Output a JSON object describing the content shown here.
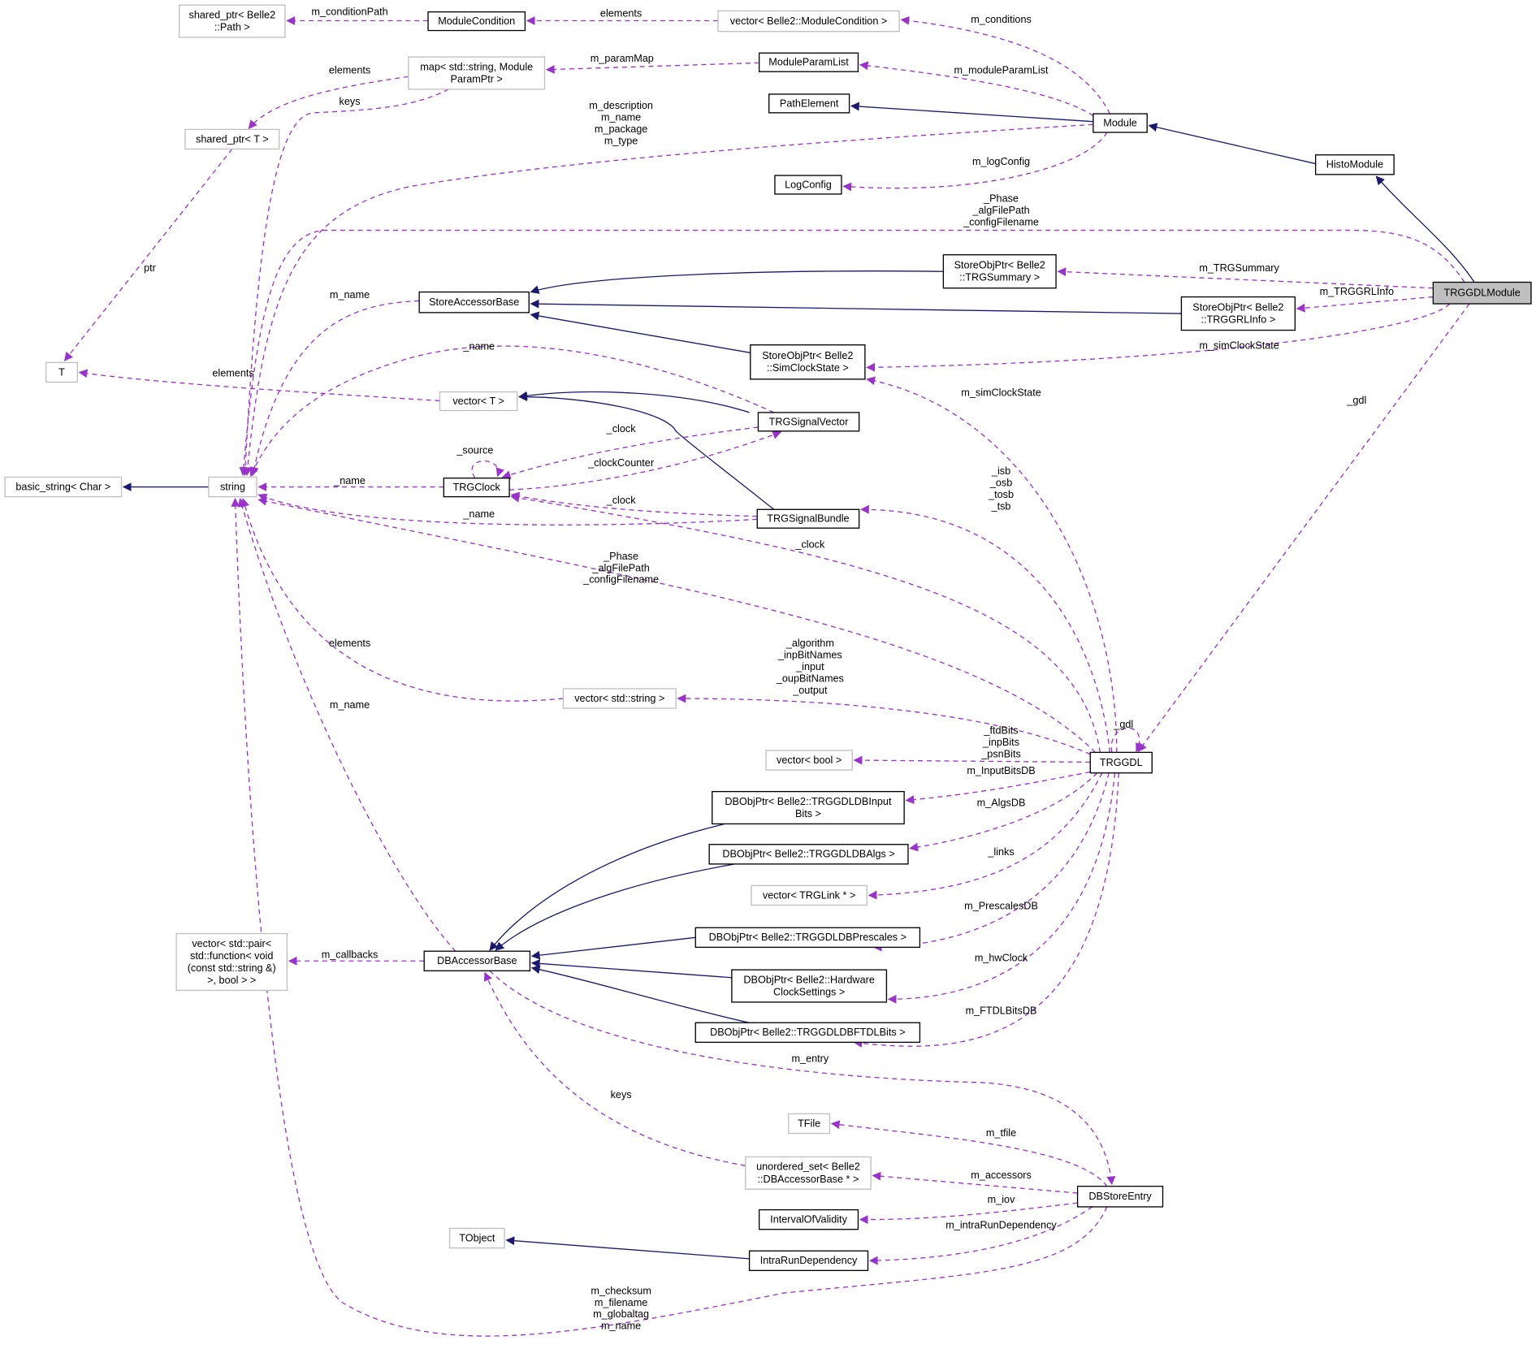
{
  "title": "TRGGDLModule collaboration diagram",
  "colors": {
    "inheritance": "#191970",
    "usage": "#9a32cd",
    "highlight_fill": "#bfbfbf",
    "external_border": "#bfbfbf"
  },
  "nodes": [
    {
      "id": "sp_path",
      "lines": [
        "shared_ptr< Belle2",
        "::Path >"
      ],
      "kind": "external"
    },
    {
      "id": "modcond",
      "lines": [
        "ModuleCondition"
      ],
      "kind": "class"
    },
    {
      "id": "vec_modcond",
      "lines": [
        "vector< Belle2::ModuleCondition >"
      ],
      "kind": "external"
    },
    {
      "id": "map_param",
      "lines": [
        "map< std::string, Module",
        "ParamPtr >"
      ],
      "kind": "external"
    },
    {
      "id": "modparamlist",
      "lines": [
        "ModuleParamList"
      ],
      "kind": "class"
    },
    {
      "id": "pathelement",
      "lines": [
        "PathElement"
      ],
      "kind": "class"
    },
    {
      "id": "module",
      "lines": [
        "Module"
      ],
      "kind": "class"
    },
    {
      "id": "sp_t",
      "lines": [
        "shared_ptr< T >"
      ],
      "kind": "external"
    },
    {
      "id": "logconfig",
      "lines": [
        "LogConfig"
      ],
      "kind": "class"
    },
    {
      "id": "histomodule",
      "lines": [
        "HistoModule"
      ],
      "kind": "class"
    },
    {
      "id": "trggdlmodule",
      "lines": [
        "TRGGDLModule"
      ],
      "kind": "main"
    },
    {
      "id": "sop_summary",
      "lines": [
        "StoreObjPtr< Belle2",
        "::TRGSummary >"
      ],
      "kind": "class"
    },
    {
      "id": "storeaccessor",
      "lines": [
        "StoreAccessorBase"
      ],
      "kind": "class"
    },
    {
      "id": "sop_grl",
      "lines": [
        "StoreObjPtr< Belle2",
        "::TRGGRLInfo >"
      ],
      "kind": "class"
    },
    {
      "id": "sop_simclock",
      "lines": [
        "StoreObjPtr< Belle2",
        "::SimClockState >"
      ],
      "kind": "class"
    },
    {
      "id": "t",
      "lines": [
        "T"
      ],
      "kind": "external"
    },
    {
      "id": "vec_t",
      "lines": [
        "vector< T >"
      ],
      "kind": "external"
    },
    {
      "id": "trgsignalvector",
      "lines": [
        "TRGSignalVector"
      ],
      "kind": "class"
    },
    {
      "id": "basic_string",
      "lines": [
        "basic_string< Char >"
      ],
      "kind": "external"
    },
    {
      "id": "string",
      "lines": [
        "string"
      ],
      "kind": "external"
    },
    {
      "id": "trgclock",
      "lines": [
        "TRGClock"
      ],
      "kind": "class"
    },
    {
      "id": "trgsignalbundle",
      "lines": [
        "TRGSignalBundle"
      ],
      "kind": "class"
    },
    {
      "id": "vec_string",
      "lines": [
        "vector< std::string >"
      ],
      "kind": "external"
    },
    {
      "id": "vec_bool",
      "lines": [
        "vector< bool >"
      ],
      "kind": "external"
    },
    {
      "id": "trggdl",
      "lines": [
        "TRGGDL"
      ],
      "kind": "class"
    },
    {
      "id": "db_inputbits",
      "lines": [
        "DBObjPtr< Belle2::TRGGDLDBInput",
        "Bits >"
      ],
      "kind": "class"
    },
    {
      "id": "db_algs",
      "lines": [
        "DBObjPtr< Belle2::TRGGDLDBAlgs >"
      ],
      "kind": "class"
    },
    {
      "id": "vec_link",
      "lines": [
        "vector< TRGLink * >"
      ],
      "kind": "external"
    },
    {
      "id": "db_prescales",
      "lines": [
        "DBObjPtr< Belle2::TRGGDLDBPrescales >"
      ],
      "kind": "class"
    },
    {
      "id": "vec_pair",
      "lines": [
        "vector< std::pair<",
        "std::function< void",
        "(const std::string &)",
        ">, bool > >"
      ],
      "kind": "external"
    },
    {
      "id": "dbaccessor",
      "lines": [
        "DBAccessorBase"
      ],
      "kind": "class"
    },
    {
      "id": "db_hwclock",
      "lines": [
        "DBObjPtr< Belle2::Hardware",
        "ClockSettings >"
      ],
      "kind": "class"
    },
    {
      "id": "db_ftdl",
      "lines": [
        "DBObjPtr< Belle2::TRGGDLDBFTDLBits >"
      ],
      "kind": "class"
    },
    {
      "id": "tfile",
      "lines": [
        "TFile"
      ],
      "kind": "external"
    },
    {
      "id": "uset",
      "lines": [
        "unordered_set< Belle2",
        "::DBAccessorBase * >"
      ],
      "kind": "external"
    },
    {
      "id": "dbstoreentry",
      "lines": [
        "DBStoreEntry"
      ],
      "kind": "class"
    },
    {
      "id": "iov",
      "lines": [
        "IntervalOfValidity"
      ],
      "kind": "class"
    },
    {
      "id": "tobject",
      "lines": [
        "TObject"
      ],
      "kind": "external"
    },
    {
      "id": "intrarun",
      "lines": [
        "IntraRunDependency"
      ],
      "kind": "class"
    }
  ],
  "edges": [
    {
      "from": "modcond",
      "to": "sp_path",
      "type": "usage",
      "label": [
        "m_conditionPath"
      ]
    },
    {
      "from": "vec_modcond",
      "to": "modcond",
      "type": "usage",
      "label": [
        "elements"
      ]
    },
    {
      "from": "module",
      "to": "vec_modcond",
      "type": "usage",
      "label": [
        "m_conditions"
      ]
    },
    {
      "from": "module",
      "to": "modparamlist",
      "type": "usage",
      "label": [
        "m_moduleParamList"
      ]
    },
    {
      "from": "modparamlist",
      "to": "map_param",
      "type": "usage",
      "label": [
        "m_paramMap"
      ]
    },
    {
      "from": "map_param",
      "to": "sp_t",
      "type": "usage",
      "label": [
        "elements"
      ]
    },
    {
      "from": "map_param",
      "to": "string",
      "type": "usage",
      "label": [
        "keys"
      ]
    },
    {
      "from": "module",
      "to": "string",
      "type": "usage",
      "label": [
        "m_description",
        "m_name",
        "m_package",
        "m_type"
      ]
    },
    {
      "from": "module",
      "to": "pathelement",
      "type": "inheritance",
      "label": []
    },
    {
      "from": "histomodule",
      "to": "module",
      "type": "inheritance",
      "label": []
    },
    {
      "from": "trggdlmodule",
      "to": "histomodule",
      "type": "inheritance",
      "label": []
    },
    {
      "from": "module",
      "to": "logconfig",
      "type": "usage",
      "label": [
        "m_logConfig"
      ]
    },
    {
      "from": "sp_t",
      "to": "t",
      "type": "usage",
      "label": [
        "ptr"
      ]
    },
    {
      "from": "trggdlmodule",
      "to": "string",
      "type": "usage",
      "label": [
        "_Phase",
        "_algFilePath",
        "_configFilename"
      ]
    },
    {
      "from": "sop_summary",
      "to": "storeaccessor",
      "type": "inheritance",
      "label": []
    },
    {
      "from": "trggdlmodule",
      "to": "sop_summary",
      "type": "usage",
      "label": [
        "m_TRGSummary"
      ]
    },
    {
      "from": "sop_grl",
      "to": "storeaccessor",
      "type": "inheritance",
      "label": []
    },
    {
      "from": "trggdlmodule",
      "to": "sop_grl",
      "type": "usage",
      "label": [
        "m_TRGGRLInfo"
      ]
    },
    {
      "from": "sop_simclock",
      "to": "storeaccessor",
      "type": "inheritance",
      "label": []
    },
    {
      "from": "trggdlmodule",
      "to": "sop_simclock",
      "type": "usage",
      "label": [
        "m_simClockState"
      ]
    },
    {
      "from": "storeaccessor",
      "to": "string",
      "type": "usage",
      "label": [
        "m_name"
      ]
    },
    {
      "from": "trgsignalvector",
      "to": "string",
      "type": "usage",
      "label": [
        "_name"
      ]
    },
    {
      "from": "vec_t",
      "to": "t",
      "type": "usage",
      "label": [
        "elements"
      ]
    },
    {
      "from": "trgsignalvector",
      "to": "vec_t",
      "type": "inheritance",
      "label": []
    },
    {
      "from": "trgsignalbundle",
      "to": "vec_t",
      "type": "inheritance",
      "label": []
    },
    {
      "from": "trgsignalvector",
      "to": "trgclock",
      "type": "usage",
      "label": [
        "_clock"
      ]
    },
    {
      "from": "trgclock",
      "to": "trgsignalvector",
      "type": "usage",
      "label": [
        "_clockCounter"
      ]
    },
    {
      "from": "trgclock",
      "to": "trgclock",
      "type": "usage",
      "label": [
        "_source"
      ]
    },
    {
      "from": "trgclock",
      "to": "string",
      "type": "usage",
      "label": [
        "_name"
      ]
    },
    {
      "from": "trgsignalbundle",
      "to": "trgclock",
      "type": "usage",
      "label": [
        "_clock"
      ]
    },
    {
      "from": "trgsignalbundle",
      "to": "string",
      "type": "usage",
      "label": [
        "_name"
      ]
    },
    {
      "from": "trggdl",
      "to": "trgsignalbundle",
      "type": "usage",
      "label": [
        "_isb",
        "_osb",
        "_tosb",
        "_tsb"
      ]
    },
    {
      "from": "trggdl",
      "to": "trgclock",
      "type": "usage",
      "label": [
        "_clock"
      ]
    },
    {
      "from": "trggdl",
      "to": "string",
      "type": "usage",
      "label": [
        "_Phase",
        "_algFilePath",
        "_configFilename"
      ]
    },
    {
      "from": "trggdl",
      "to": "vec_string",
      "type": "usage",
      "label": [
        "_algorithm",
        "_inpBitNames",
        "_input",
        "_oupBitNames",
        "_output"
      ]
    },
    {
      "from": "vec_string",
      "to": "string",
      "type": "usage",
      "label": [
        "elements"
      ]
    },
    {
      "from": "trggdl",
      "to": "trggdl",
      "type": "usage",
      "label": [
        "_gdl"
      ]
    },
    {
      "from": "trggdlmodule",
      "to": "trggdl",
      "type": "usage",
      "label": [
        "_gdl"
      ]
    },
    {
      "from": "trggdl",
      "to": "sop_simclock",
      "type": "usage",
      "label": [
        "m_simClockState"
      ]
    },
    {
      "from": "trggdl",
      "to": "vec_bool",
      "type": "usage",
      "label": [
        "_ftdBits",
        "_inpBits",
        "_psnBits"
      ]
    },
    {
      "from": "trggdl",
      "to": "db_inputbits",
      "type": "usage",
      "label": [
        "m_InputBitsDB"
      ]
    },
    {
      "from": "trggdl",
      "to": "db_algs",
      "type": "usage",
      "label": [
        "m_AlgsDB"
      ]
    },
    {
      "from": "trggdl",
      "to": "vec_link",
      "type": "usage",
      "label": [
        "_links"
      ]
    },
    {
      "from": "trggdl",
      "to": "db_prescales",
      "type": "usage",
      "label": [
        "m_PrescalesDB"
      ]
    },
    {
      "from": "trggdl",
      "to": "db_hwclock",
      "type": "usage",
      "label": [
        "m_hwClock"
      ]
    },
    {
      "from": "trggdl",
      "to": "db_ftdl",
      "type": "usage",
      "label": [
        "m_FTDLBitsDB"
      ]
    },
    {
      "from": "db_inputbits",
      "to": "dbaccessor",
      "type": "inheritance",
      "label": []
    },
    {
      "from": "db_algs",
      "to": "dbaccessor",
      "type": "inheritance",
      "label": []
    },
    {
      "from": "db_prescales",
      "to": "dbaccessor",
      "type": "inheritance",
      "label": []
    },
    {
      "from": "db_hwclock",
      "to": "dbaccessor",
      "type": "inheritance",
      "label": []
    },
    {
      "from": "db_ftdl",
      "to": "dbaccessor",
      "type": "inheritance",
      "label": []
    },
    {
      "from": "dbaccessor",
      "to": "vec_pair",
      "type": "usage",
      "label": [
        "m_callbacks"
      ]
    },
    {
      "from": "dbaccessor",
      "to": "string",
      "type": "usage",
      "label": [
        "m_name"
      ]
    },
    {
      "from": "dbaccessor",
      "to": "dbstoreentry",
      "type": "usage",
      "label": [
        "m_entry"
      ]
    },
    {
      "from": "uset",
      "to": "dbaccessor",
      "type": "usage",
      "label": [
        "keys"
      ]
    },
    {
      "from": "dbstoreentry",
      "to": "tfile",
      "type": "usage",
      "label": [
        "m_tfile"
      ]
    },
    {
      "from": "dbstoreentry",
      "to": "uset",
      "type": "usage",
      "label": [
        "m_accessors"
      ]
    },
    {
      "from": "dbstoreentry",
      "to": "iov",
      "type": "usage",
      "label": [
        "m_iov"
      ]
    },
    {
      "from": "dbstoreentry",
      "to": "intrarun",
      "type": "usage",
      "label": [
        "m_intraRunDependency"
      ]
    },
    {
      "from": "intrarun",
      "to": "tobject",
      "type": "inheritance",
      "label": []
    },
    {
      "from": "dbstoreentry",
      "to": "string",
      "type": "usage",
      "label": [
        "m_checksum",
        "m_filename",
        "m_globaltag",
        "m_name"
      ]
    },
    {
      "from": "string",
      "to": "basic_string",
      "type": "inheritance",
      "label": []
    }
  ]
}
